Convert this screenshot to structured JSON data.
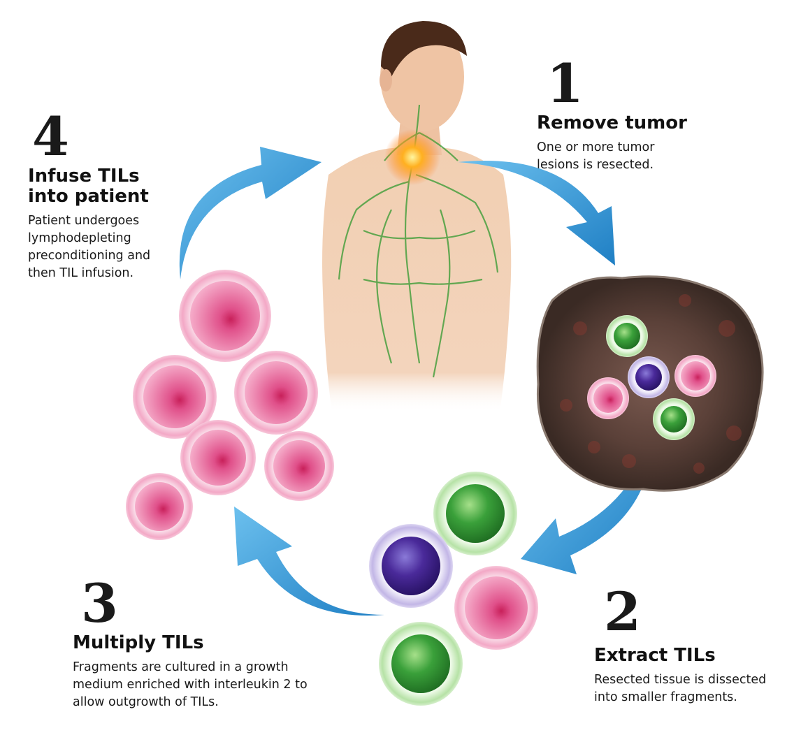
{
  "steps": [
    {
      "number": "1",
      "title": "Remove tumor",
      "description": "One or more tumor lesions is resected."
    },
    {
      "number": "2",
      "title": "Extract TILs",
      "description": "Resected tissue is dissected into smaller fragments."
    },
    {
      "number": "3",
      "title": "Multiply TILs",
      "description": "Fragments are cultured in a growth medium enriched with interleukin 2 to allow outgrowth of TILs."
    },
    {
      "number": "4",
      "title": "Infuse TILs into patient",
      "description": "Patient undergoes lymphodepleting preconditioning and then TIL infusion."
    }
  ],
  "colors": {
    "arrow": "#3a9ad9",
    "til_green": "#3aa03a",
    "til_purple": "#4a2a9a",
    "til_pink": "#e0508a",
    "tumor": "#5a4038",
    "skin": "#f0c8a8",
    "lymph": "#4aa040",
    "tumor_glow": "#ff7a20"
  }
}
